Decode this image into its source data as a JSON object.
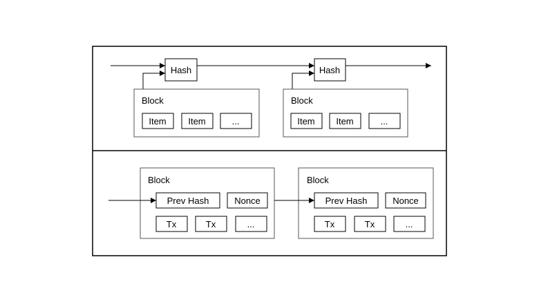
{
  "top_panel": {
    "hash_1": "Hash",
    "hash_2": "Hash",
    "blocks": [
      {
        "title": "Block",
        "items": [
          "Item",
          "Item",
          "..."
        ]
      },
      {
        "title": "Block",
        "items": [
          "Item",
          "Item",
          "..."
        ]
      }
    ]
  },
  "bottom_panel": {
    "blocks": [
      {
        "title": "Block",
        "prev_hash": "Prev Hash",
        "nonce": "Nonce",
        "txs": [
          "Tx",
          "Tx",
          "..."
        ]
      },
      {
        "title": "Block",
        "prev_hash": "Prev Hash",
        "nonce": "Nonce",
        "txs": [
          "Tx",
          "Tx",
          "..."
        ]
      }
    ]
  }
}
